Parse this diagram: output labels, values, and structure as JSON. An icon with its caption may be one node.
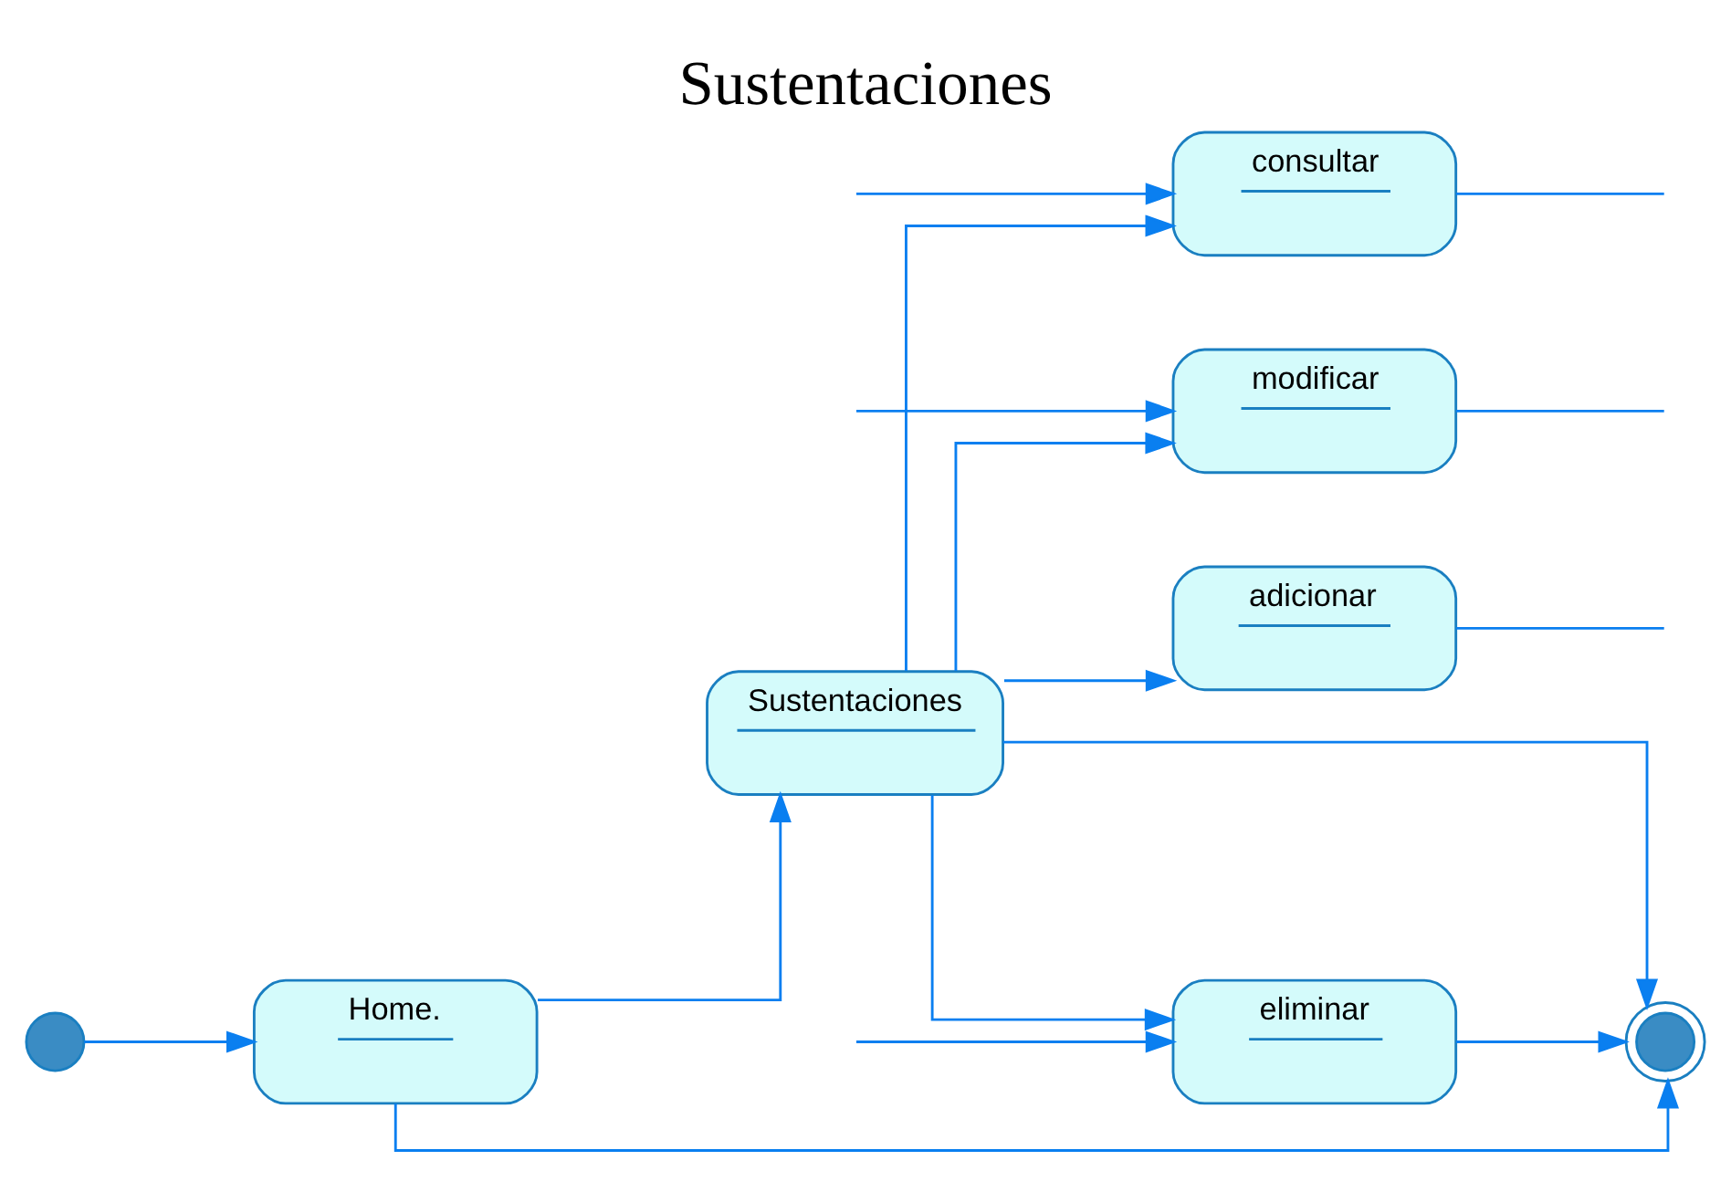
{
  "diagram": {
    "title": "Sustentaciones",
    "nodes": [
      {
        "text": [],
        "shape": "circle"
      },
      {
        "text": [
          "Home."
        ]
      },
      {
        "text": [
          "Sustentaciones"
        ]
      },
      {
        "text": [
          "adicionar"
        ]
      },
      {
        "text": [
          "consultar"
        ]
      },
      {
        "text": [
          "modificar"
        ]
      },
      {
        "text": [
          "eliminar"
        ]
      },
      {
        "text": [],
        "shape": "circle"
      }
    ],
    "edges": [
      {
        "from": 0,
        "to": 1,
        "arrow": "to"
      },
      {
        "from": 1,
        "to": 2,
        "arrow": "to"
      },
      {
        "from": 2,
        "to": 3,
        "arrow": "to"
      },
      {
        "from": 2,
        "to": 4,
        "arrow": "to"
      },
      {
        "from": 2,
        "to": 5,
        "arrow": "to"
      },
      {
        "from": 2,
        "to": 6,
        "arrow": "to"
      },
      {
        "from": 1,
        "to": 7,
        "arrow": "to"
      },
      {
        "from": 2,
        "to": 7,
        "arrow": "to"
      },
      {
        "from": 6,
        "to": 7,
        "arrow": "to"
      },
      {
        "from": 3,
        "to": null,
        "arrow": "none"
      },
      {
        "from": null,
        "to": 4,
        "arrow": "to"
      },
      {
        "from": 4,
        "to": null,
        "arrow": "none"
      },
      {
        "from": null,
        "to": 5,
        "arrow": "to"
      },
      {
        "from": 5,
        "to": null,
        "arrow": "none"
      },
      {
        "from": null,
        "to": 6,
        "arrow": "to"
      }
    ]
  }
}
